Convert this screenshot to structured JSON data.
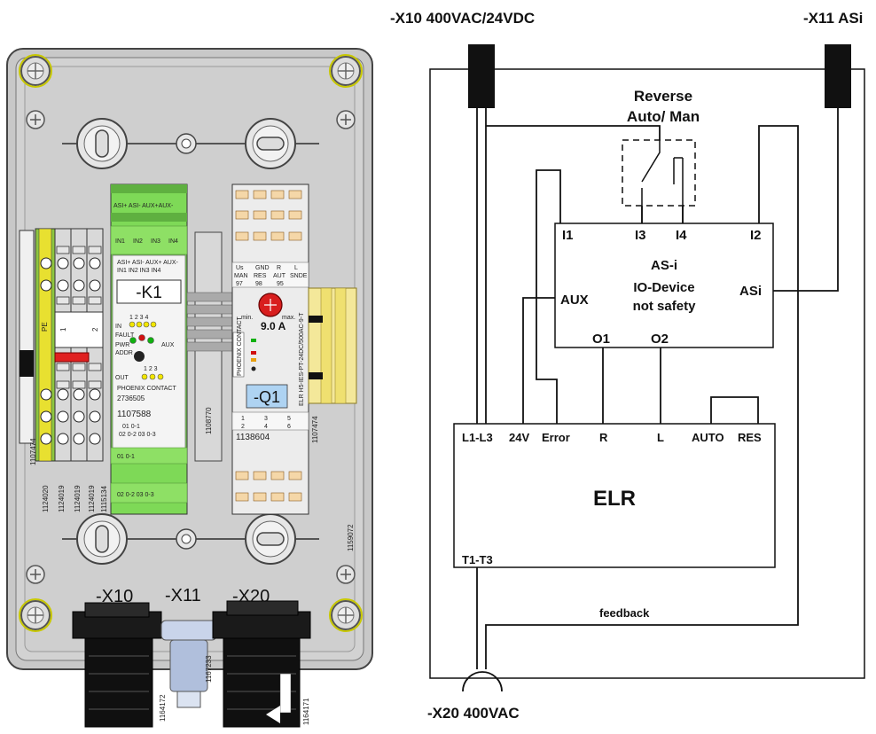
{
  "enclosure": {
    "connectors": {
      "x10": "-X10",
      "x11": "-X11",
      "x20": "-X20"
    },
    "terminal_labels": {
      "pe": "PE",
      "t1": "1",
      "t2": "2"
    },
    "terminal_parts": [
      "1124020",
      "1124019",
      "1124019",
      "1124019",
      "1115134"
    ],
    "side_part_left": "1107474",
    "module_k1": {
      "top_terms": "ASI+ ASI- AUX+AUX-",
      "in_terms": [
        "IN1",
        "IN2",
        "IN3",
        "IN4"
      ],
      "small_terms_top": "ASI+ ASI- AUX+ AUX-",
      "small_terms_bot": "IN1  IN2  IN3  IN4",
      "tag": "-K1",
      "in_label": "IN",
      "in_nums": "1 2 3 4",
      "fault": "FAULT",
      "pwr": "PWR",
      "aux": "AUX",
      "addr": "ADDR",
      "out_label": "OUT",
      "out_nums": "1 2 3",
      "brand": "PHOENIX CONTACT",
      "model": "2736505",
      "part": "1107588",
      "out_row1": "01    0-1",
      "out_row2": "02  0-2    03     0-3",
      "term_row1": "01    0-1",
      "term_row2": "02   0-2   03   0-3"
    },
    "center_part": "1108770",
    "module_q1": {
      "head_row1": [
        "Us",
        "GND",
        "R",
        "L"
      ],
      "head_row2": [
        "MAN",
        "RES",
        "AUT",
        "SNDE"
      ],
      "head_row3": [
        "97",
        "98",
        "95",
        ""
      ],
      "dial_min": "min.",
      "dial_max": "max.",
      "current": "9.0 A",
      "brand": "PHOENIX CONTACT",
      "model": "ELR H5-IES-PT-24DC/500AC-9-T",
      "tag": "-Q1",
      "bottom_nums_top": [
        "1",
        "3",
        "5"
      ],
      "bottom_nums_bot": [
        "2",
        "4",
        "6"
      ],
      "part": "1138604"
    },
    "right_part": "1107474",
    "side_part_right": "1159072",
    "bottom_parts": [
      "1164172",
      "1167233",
      "1164171"
    ]
  },
  "schematic": {
    "x10_label": "-X10 400VAC/24VDC",
    "x11_label": "-X11 ASi",
    "x20_label": "-X20 400VAC",
    "switch_label_1": "Reverse",
    "switch_label_2": "Auto/ Man",
    "asi_box": {
      "title": "AS-i",
      "line2": "IO-Device",
      "line3": "not safety",
      "i1": "I1",
      "i3": "I3",
      "i4": "I4",
      "i2": "I2",
      "aux": "AUX",
      "asi": "ASi",
      "o1": "O1",
      "o2": "O2"
    },
    "elr_box": {
      "title": "ELR",
      "terms": [
        "L1-L3",
        "24V",
        "Error",
        "R",
        "L",
        "AUTO",
        "RES"
      ],
      "t_out": "T1-T3"
    },
    "feedback_label": "feedback"
  }
}
